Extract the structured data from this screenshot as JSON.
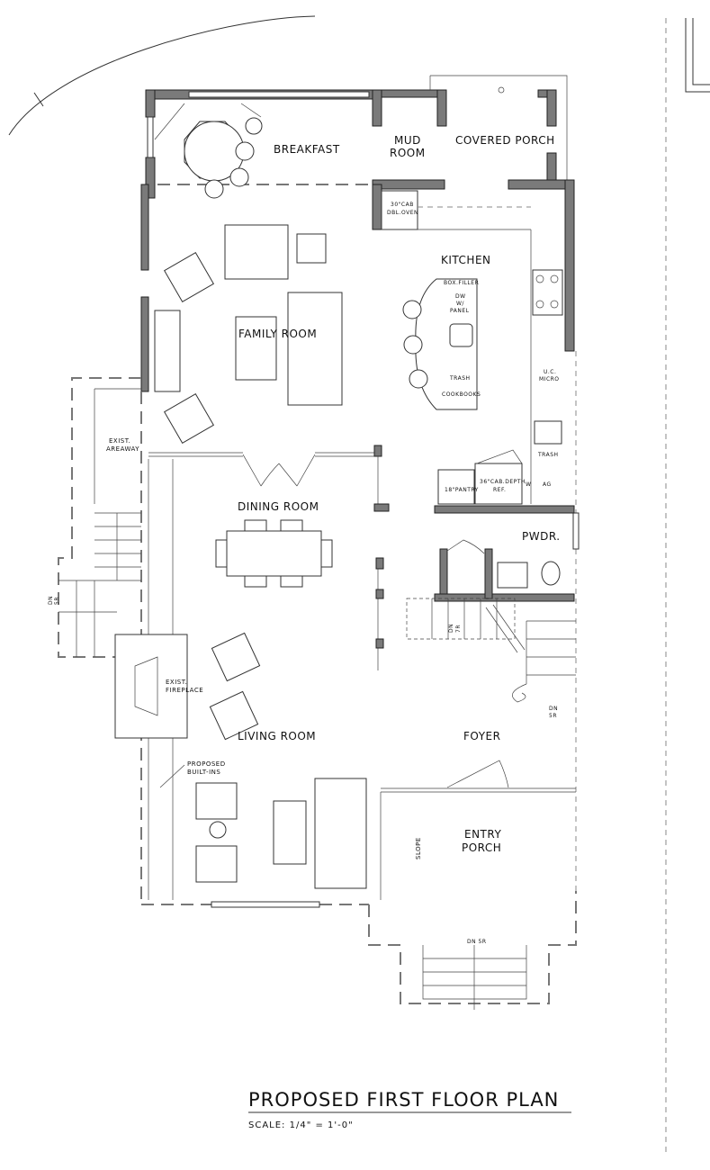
{
  "plan": {
    "title": "PROPOSED FIRST FLOOR PLAN",
    "scale": "SCALE: 1/4\" = 1'-0\"",
    "rooms": {
      "breakfast": "BREAKFAST",
      "mud_room_1": "MUD",
      "mud_room_2": "ROOM",
      "covered_porch": "COVERED PORCH",
      "kitchen": "KITCHEN",
      "family_room": "FAMILY ROOM",
      "dining_room": "DINING ROOM",
      "pwdr": "PWDR.",
      "living_room": "LIVING ROOM",
      "foyer": "FOYER",
      "entry_porch_1": "ENTRY",
      "entry_porch_2": "PORCH"
    },
    "notes": {
      "cab_dbl_oven_1": "30\"CAB",
      "cab_dbl_oven_2": "DBL.OVEN",
      "boxfiller": "BOX.FILLER",
      "dw_1": "DW",
      "dw_2": "W/",
      "dw_3": "PANEL",
      "trash_island": "TRASH",
      "cookbooks": "COOKBOOKS",
      "uc_micro_1": "U.C.",
      "uc_micro_2": "MICRO",
      "trash_side": "TRASH",
      "pantry": "18\"PANTRY",
      "ref_1": "36\"CAB.DEPTH",
      "ref_2": "REF.",
      "ag": "AG",
      "w_label": "W",
      "exist_areaway_1": "EXIST.",
      "exist_areaway_2": "AREAWAY",
      "exist_fireplace_1": "EXIST.",
      "exist_fireplace_2": "FIREPLACE",
      "proposed_builtins_1": "PROPOSED",
      "proposed_builtins_2": "BUILT-INS",
      "slope": "SLOPE",
      "dn_5r_porch": "DN 5R",
      "dn_5r_foyer_1": "DN",
      "dn_5r_foyer_2": "5R",
      "dn_5r_areaway_1": "DN",
      "dn_5r_areaway_2": "5R",
      "dn_7r_1": "DN",
      "dn_7r_2": "7R"
    }
  }
}
